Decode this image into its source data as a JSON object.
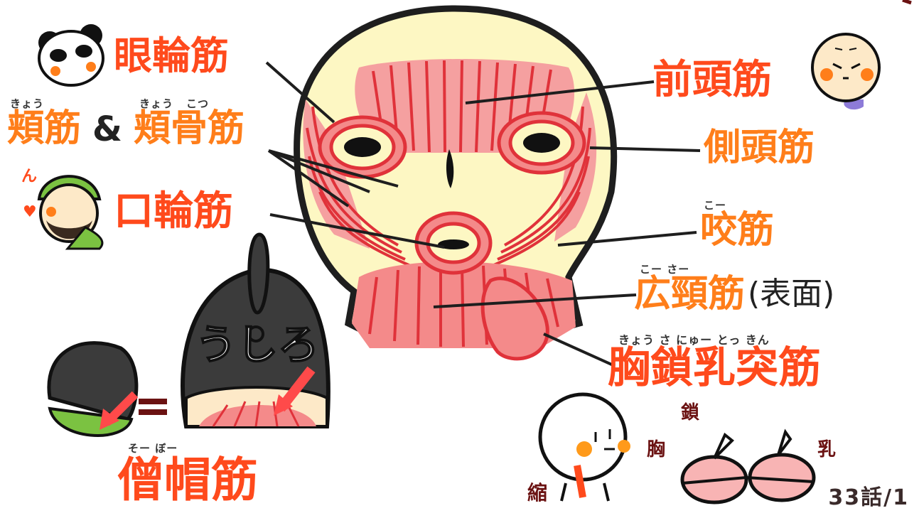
{
  "labels": {
    "orbicularis_oculi": "眼輪筋",
    "zygomatic": "頬筋",
    "ampersand": "&",
    "zygomaticus": "頬骨筋",
    "orbicularis_oris": "口輪筋",
    "frontalis": "前頭筋",
    "temporalis": "側頭筋",
    "masseter": "咬筋",
    "platysma": "広頸筋",
    "platysma_note": "(表面)",
    "sternocleidomastoid": "胸鎖乳突筋",
    "trapezius": "僧帽筋"
  },
  "ruby": {
    "kyou1": "きょう",
    "kyou2": "きょう",
    "kotsu": "こつ",
    "kou": "こー",
    "kousa": "こー さー",
    "sternocleido": "きょう さ にゅー とっ きん",
    "soubou": "そー ぼー"
  },
  "doodle_text": {
    "back_sign": "うしろ",
    "exclaim": "!",
    "heart_sound": "ん~",
    "shrink": "縮",
    "kyo": "胸",
    "sa": "鎖",
    "nyuu": "乳"
  },
  "page_number": "33話/1",
  "colors": {
    "label_red": "#ff4a1c",
    "label_orange": "#ff7e1a",
    "face_cream": "#fdf7c3",
    "muscle_pink": "#f48a8a",
    "muscle_line": "#e0323a",
    "outline": "#1e1e1e"
  }
}
